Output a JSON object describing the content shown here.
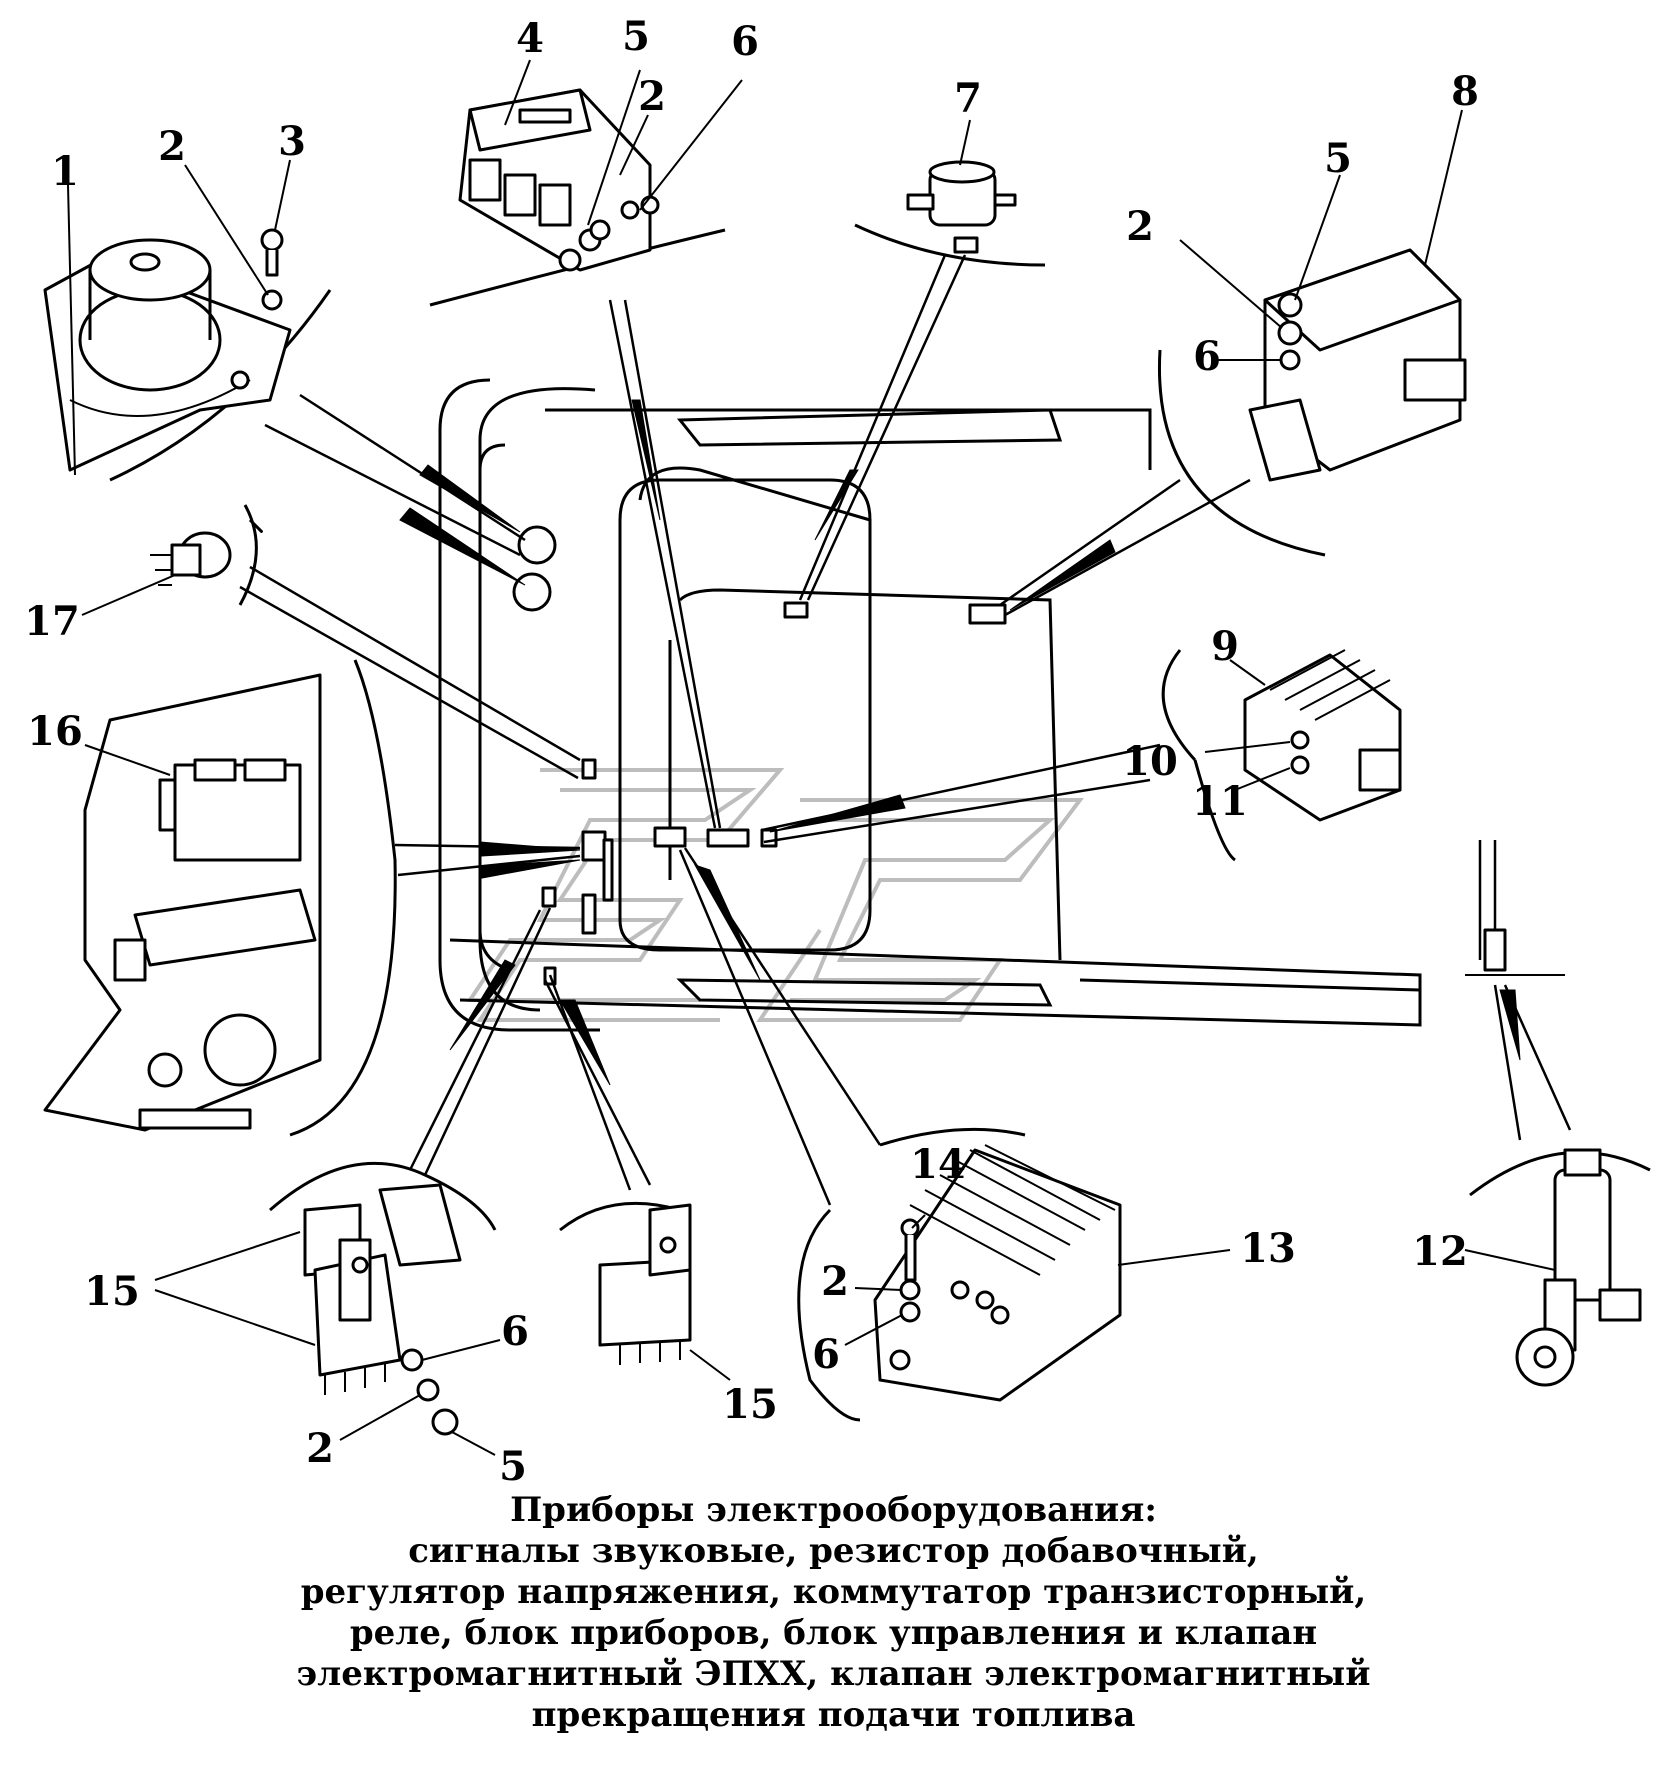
{
  "callouts": [
    "1",
    "2",
    "3",
    "4",
    "5",
    "2",
    "6",
    "7",
    "8",
    "5",
    "2",
    "6",
    "9",
    "10",
    "11",
    "17",
    "16",
    "12",
    "14",
    "13",
    "2",
    "6",
    "15",
    "6",
    "2",
    "5",
    "15"
  ],
  "caption": [
    "Приборы электрооборудования:",
    "сигналы звуковые, резистор добавочный,",
    "регулятор напряжения, коммутатор транзисторный,",
    "реле, блок приборов, блок управления и клапан",
    "электромагнитный ЭПХХ, клапан электромагнитный",
    "прекращения подачи топлива"
  ]
}
